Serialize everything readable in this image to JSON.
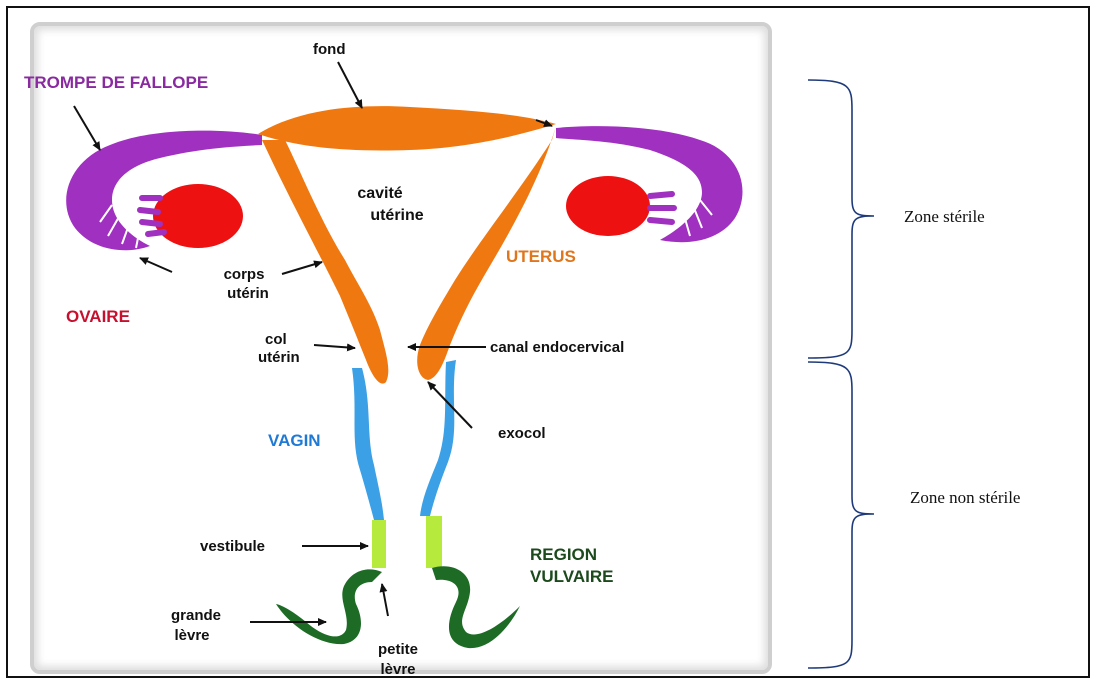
{
  "labels": {
    "trompe": "TROMPE DE FALLOPE",
    "fond": "fond",
    "cavite_1": "cavité",
    "cavite_2": "utérine",
    "uterus": "UTERUS",
    "ovaire": "OVAIRE",
    "corps_1": "corps",
    "corps_2": "utérin",
    "col_1": "col",
    "col_2": "utérin",
    "canal": "canal endocervical",
    "vagin": "VAGIN",
    "exocol": "exocol",
    "vestibule": "vestibule",
    "region_1": "REGION",
    "region_2": "VULVAIRE",
    "grande_1": "grande",
    "grande_2": "lèvre",
    "petite_1": "petite",
    "petite_2": "lèvre"
  },
  "zones": {
    "sterile": "Zone stérile",
    "non_sterile": "Zone non stérile"
  },
  "colors": {
    "orange": "#f07810",
    "purple": "#a030c0",
    "red": "#ee1111",
    "blue": "#3ca0e6",
    "lime": "#b6ea3c",
    "green": "#1d6b25",
    "purple_text": "#8a2aa0",
    "red_text": "#c8102e",
    "orange_text": "#e0761c",
    "blue_text": "#1f7ad6",
    "green_text": "#1c4a1c",
    "brace": "#1f3a7a"
  }
}
